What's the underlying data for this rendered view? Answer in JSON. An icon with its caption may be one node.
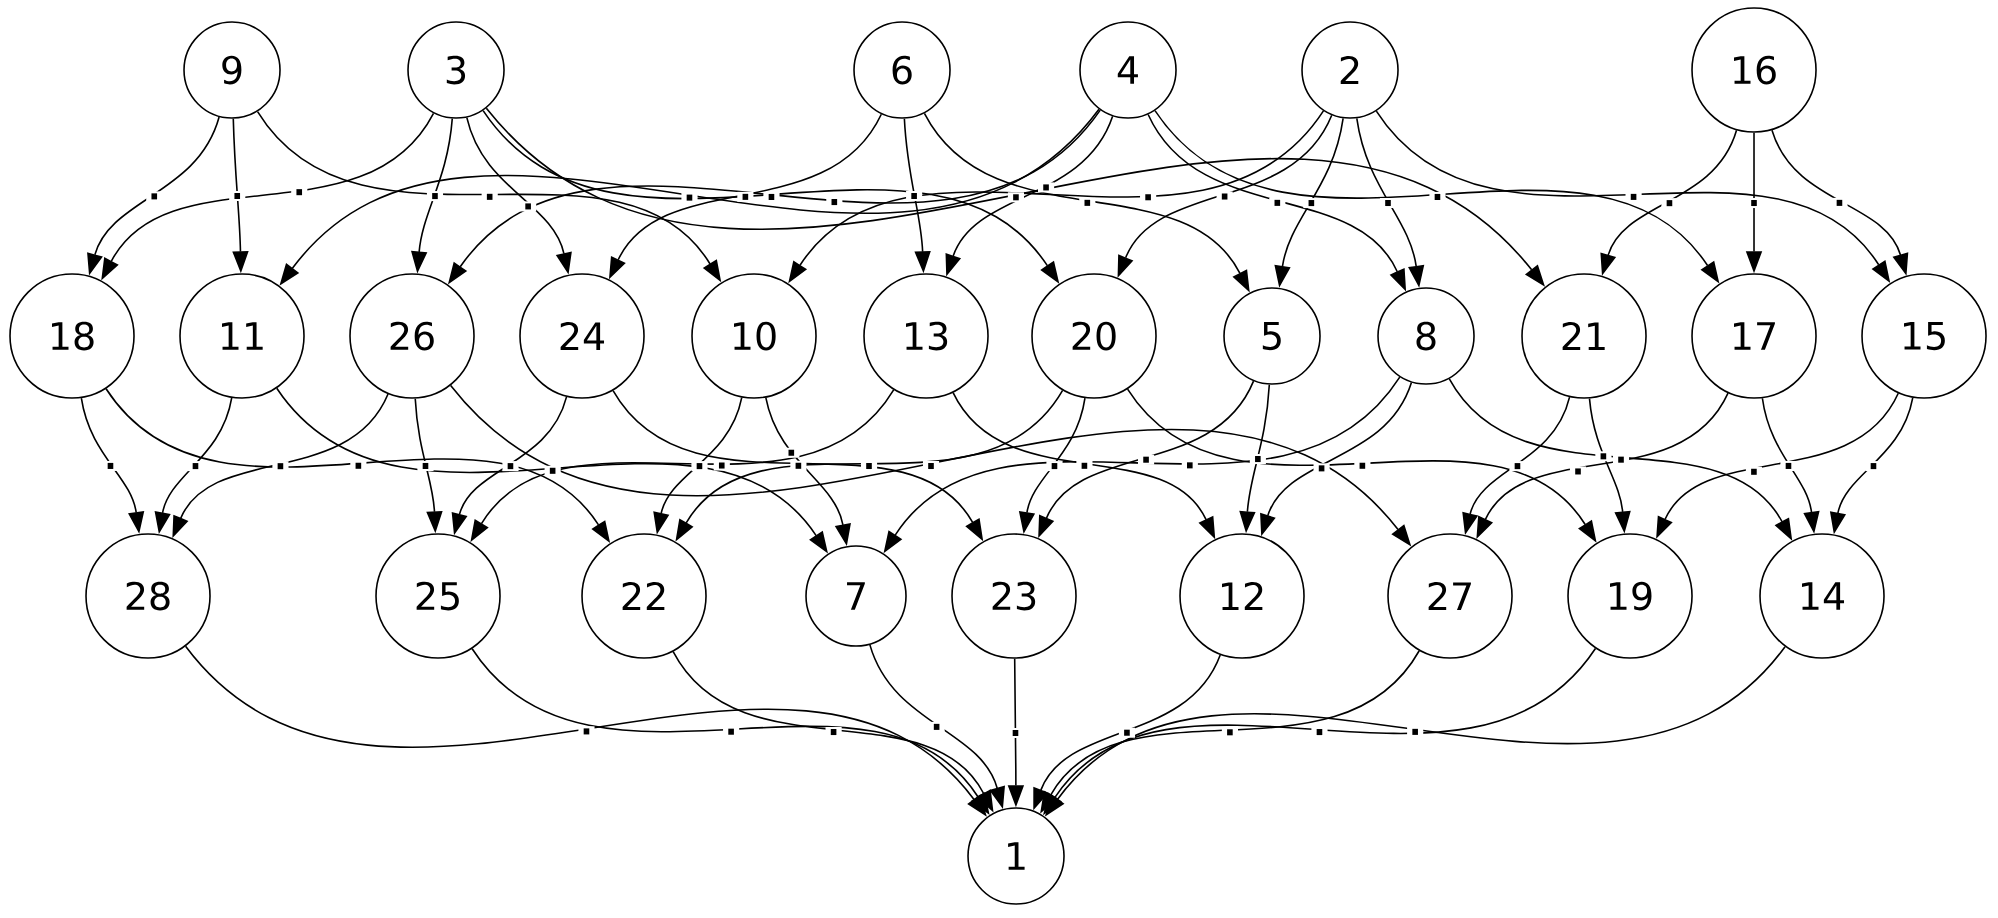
{
  "diagram": {
    "nodes": [
      {
        "text": [
          "9"
        ]
      },
      {
        "text": [
          "3"
        ]
      },
      {
        "text": [
          "6"
        ]
      },
      {
        "text": [
          "4"
        ]
      },
      {
        "text": [
          "2"
        ]
      },
      {
        "text": [
          "16"
        ]
      },
      {
        "text": [
          "18"
        ]
      },
      {
        "text": [
          "11"
        ]
      },
      {
        "text": [
          "26"
        ]
      },
      {
        "text": [
          "24"
        ]
      },
      {
        "text": [
          "10"
        ]
      },
      {
        "text": [
          "13"
        ]
      },
      {
        "text": [
          "20"
        ]
      },
      {
        "text": [
          "5"
        ]
      },
      {
        "text": [
          "8"
        ]
      },
      {
        "text": [
          "21"
        ]
      },
      {
        "text": [
          "17"
        ]
      },
      {
        "text": [
          "15"
        ]
      },
      {
        "text": [
          "28"
        ]
      },
      {
        "text": [
          "25"
        ]
      },
      {
        "text": [
          "22"
        ]
      },
      {
        "text": [
          "7"
        ]
      },
      {
        "text": [
          "23"
        ]
      },
      {
        "text": [
          "12"
        ]
      },
      {
        "text": [
          "27"
        ]
      },
      {
        "text": [
          "19"
        ]
      },
      {
        "text": [
          "14"
        ]
      },
      {
        "text": [
          "1"
        ]
      }
    ],
    "edges": [
      {
        "from": 0,
        "to": 6,
        "arrow": "to",
        "label": "."
      },
      {
        "from": 0,
        "to": 7,
        "arrow": "to",
        "label": "."
      },
      {
        "from": 0,
        "to": 10,
        "arrow": "to",
        "label": "."
      },
      {
        "from": 1,
        "to": 6,
        "arrow": "to",
        "label": "."
      },
      {
        "from": 1,
        "to": 8,
        "arrow": "to",
        "label": "."
      },
      {
        "from": 1,
        "to": 9,
        "arrow": "to",
        "label": "."
      },
      {
        "from": 1,
        "to": 12,
        "arrow": "to",
        "label": "."
      },
      {
        "from": 1,
        "to": 15,
        "arrow": "to",
        "label": "."
      },
      {
        "from": 2,
        "to": 9,
        "arrow": "to",
        "label": "."
      },
      {
        "from": 2,
        "to": 11,
        "arrow": "to",
        "label": "."
      },
      {
        "from": 2,
        "to": 13,
        "arrow": "to",
        "label": "."
      },
      {
        "from": 3,
        "to": 7,
        "arrow": "to",
        "label": "."
      },
      {
        "from": 3,
        "to": 8,
        "arrow": "to",
        "label": "."
      },
      {
        "from": 3,
        "to": 11,
        "arrow": "to",
        "label": "."
      },
      {
        "from": 3,
        "to": 14,
        "arrow": "to",
        "label": "."
      },
      {
        "from": 3,
        "to": 16,
        "arrow": "to",
        "label": "."
      },
      {
        "from": 4,
        "to": 10,
        "arrow": "to",
        "label": "."
      },
      {
        "from": 4,
        "to": 12,
        "arrow": "to",
        "label": "."
      },
      {
        "from": 4,
        "to": 13,
        "arrow": "to",
        "label": "."
      },
      {
        "from": 4,
        "to": 14,
        "arrow": "to",
        "label": "."
      },
      {
        "from": 4,
        "to": 17,
        "arrow": "to",
        "label": "."
      },
      {
        "from": 5,
        "to": 15,
        "arrow": "to",
        "label": "."
      },
      {
        "from": 5,
        "to": 16,
        "arrow": "to",
        "label": "."
      },
      {
        "from": 5,
        "to": 17,
        "arrow": "to",
        "label": "."
      },
      {
        "from": 6,
        "to": 18,
        "arrow": "to",
        "label": "."
      },
      {
        "from": 6,
        "to": 20,
        "arrow": "to",
        "label": "."
      },
      {
        "from": 7,
        "to": 18,
        "arrow": "to",
        "label": "."
      },
      {
        "from": 7,
        "to": 21,
        "arrow": "to",
        "label": "."
      },
      {
        "from": 8,
        "to": 18,
        "arrow": "to",
        "label": "."
      },
      {
        "from": 8,
        "to": 19,
        "arrow": "to",
        "label": "."
      },
      {
        "from": 8,
        "to": 24,
        "arrow": "to",
        "label": "."
      },
      {
        "from": 9,
        "to": 19,
        "arrow": "to",
        "label": "."
      },
      {
        "from": 9,
        "to": 22,
        "arrow": "to",
        "label": "."
      },
      {
        "from": 10,
        "to": 20,
        "arrow": "to",
        "label": "."
      },
      {
        "from": 10,
        "to": 21,
        "arrow": "to",
        "label": "."
      },
      {
        "from": 11,
        "to": 19,
        "arrow": "to",
        "label": "."
      },
      {
        "from": 11,
        "to": 23,
        "arrow": "to",
        "label": "."
      },
      {
        "from": 12,
        "to": 20,
        "arrow": "to",
        "label": "."
      },
      {
        "from": 12,
        "to": 22,
        "arrow": "to",
        "label": "."
      },
      {
        "from": 12,
        "to": 25,
        "arrow": "to",
        "label": "."
      },
      {
        "from": 13,
        "to": 22,
        "arrow": "to",
        "label": "."
      },
      {
        "from": 13,
        "to": 23,
        "arrow": "to",
        "label": "."
      },
      {
        "from": 14,
        "to": 21,
        "arrow": "to",
        "label": "."
      },
      {
        "from": 14,
        "to": 23,
        "arrow": "to",
        "label": "."
      },
      {
        "from": 14,
        "to": 26,
        "arrow": "to",
        "label": "."
      },
      {
        "from": 15,
        "to": 24,
        "arrow": "to",
        "label": "."
      },
      {
        "from": 15,
        "to": 25,
        "arrow": "to",
        "label": "."
      },
      {
        "from": 16,
        "to": 24,
        "arrow": "to",
        "label": "."
      },
      {
        "from": 16,
        "to": 26,
        "arrow": "to",
        "label": "."
      },
      {
        "from": 17,
        "to": 25,
        "arrow": "to",
        "label": "."
      },
      {
        "from": 17,
        "to": 26,
        "arrow": "to",
        "label": "."
      },
      {
        "from": 18,
        "to": 27,
        "arrow": "to",
        "label": "."
      },
      {
        "from": 19,
        "to": 27,
        "arrow": "to",
        "label": "."
      },
      {
        "from": 20,
        "to": 27,
        "arrow": "to",
        "label": "."
      },
      {
        "from": 21,
        "to": 27,
        "arrow": "to",
        "label": "."
      },
      {
        "from": 22,
        "to": 27,
        "arrow": "to",
        "label": "."
      },
      {
        "from": 23,
        "to": 27,
        "arrow": "to",
        "label": "."
      },
      {
        "from": 24,
        "to": 27,
        "arrow": "to",
        "label": "."
      },
      {
        "from": 25,
        "to": 27,
        "arrow": "to",
        "label": "."
      },
      {
        "from": 26,
        "to": 27,
        "arrow": "to",
        "label": "."
      }
    ]
  }
}
